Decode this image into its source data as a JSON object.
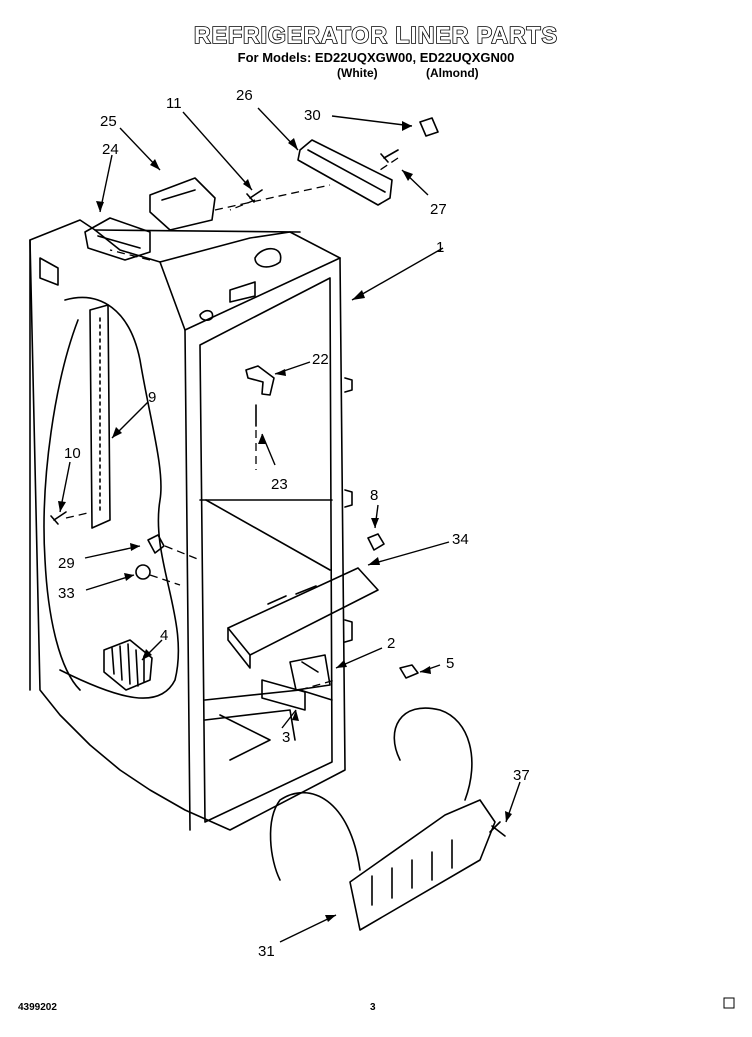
{
  "header": {
    "title": "REFRIGERATOR LINER PARTS",
    "models": "For Models: ED22UQXGW00, ED22UQXGN00",
    "color_white": "(White)",
    "color_almond": "(Almond)"
  },
  "callouts": [
    "1",
    "2",
    "3",
    "4",
    "5",
    "8",
    "9",
    "10",
    "11",
    "22",
    "23",
    "24",
    "25",
    "26",
    "27",
    "29",
    "30",
    "31",
    "33",
    "34",
    "37"
  ],
  "footer": {
    "doc_number": "4399202",
    "page": "3"
  }
}
